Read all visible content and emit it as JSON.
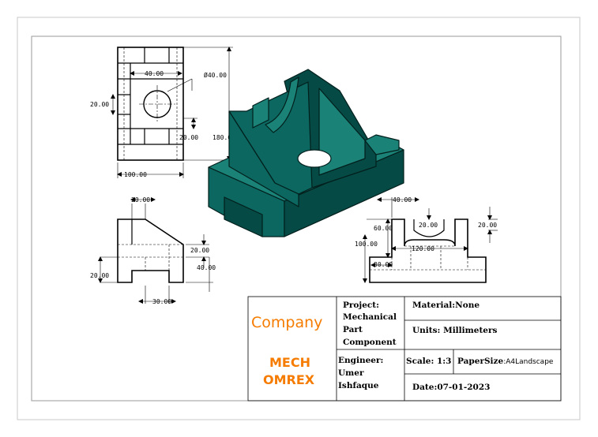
{
  "colors": {
    "body": "#0b6760",
    "body_dark": "#064a45",
    "body_light": "#1b8278",
    "accent": "#f57c00"
  },
  "dimensions": {
    "top_view": {
      "d1": "40.00",
      "d2": "Ø40.00",
      "d3": "20.00",
      "d4": "20.00",
      "d5": "180.00",
      "d6": "100.00"
    },
    "front_view": {
      "d1": "20.00",
      "d2": "20.00",
      "d3": "40.00",
      "d4": "20.00",
      "d5": "30.00"
    },
    "side_view": {
      "d1": "40.00",
      "d2": "60.00",
      "d3": "20.00",
      "d4": "20.00",
      "d5": "100.00",
      "d6": "120.00",
      "d7": "30.00"
    }
  },
  "title_block": {
    "company": "Company",
    "brand_line1": "MECH",
    "brand_line2": "OMREX",
    "project_lines": [
      "Project:",
      "Mechanical",
      "Part",
      "Component"
    ],
    "engineer_lines": [
      "Engineer:",
      "Umer",
      "Ishfaque"
    ],
    "material": "Material:None",
    "units": "Units: Millimeters",
    "scale": "Scale: 1:3",
    "paper_label": "PaperSize",
    "paper_value": ":A4Landscape",
    "date": "Date:07-01-2023"
  }
}
